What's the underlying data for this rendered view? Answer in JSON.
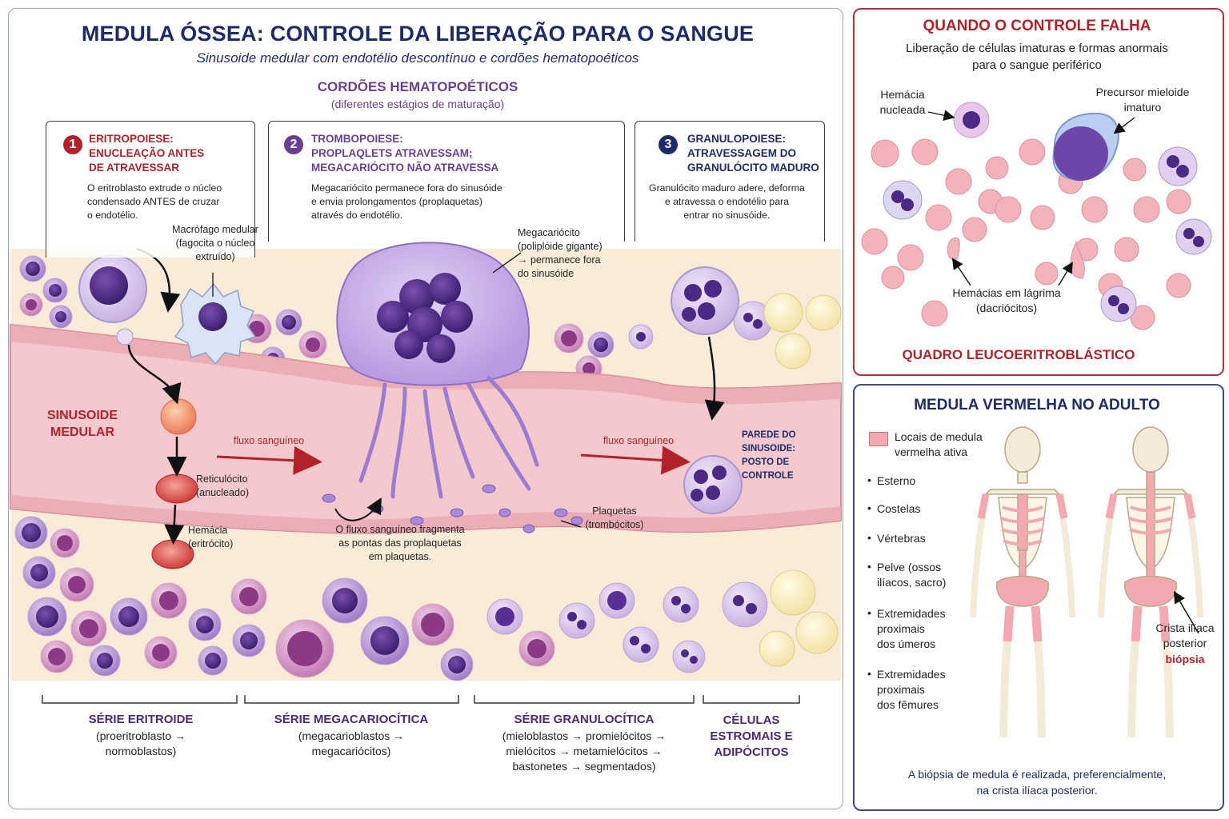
{
  "header": {
    "title": "MEDULA ÓSSEA: CONTROLE DA LIBERAÇÃO PARA O SANGUE",
    "subtitle": "Sinusoide medular com endotélio descontínuo e cordões hematopoéticos"
  },
  "cords": {
    "title": "CORDÕES HEMATOPOÉTICOS",
    "subtitle": "(diferentes estágios de maturação)"
  },
  "boxes": [
    {
      "number": "1",
      "title": "ERITROPOIESE:\nENUCLEAÇÃO ANTES\nDE ATRAVESSAR",
      "text": "O eritroblasto extrude o núcleo\ncondensado ANTES de cruzar\no endotélio.",
      "color": "#b3222a"
    },
    {
      "number": "2",
      "title": "TROMBOPOIESE:\nPROPLAQLETS ATRAVESSAM;\nMEGACARIÓCITO NÃO ATRAVESSA",
      "text": "Megacariócito permanece fora do sinusóide\ne envia prolongamentos (proplaquetas)\natravés do endotélio.",
      "color": "#6a3f92"
    },
    {
      "number": "3",
      "title": "GRANULOPOIESE:\nATRAVESSAGEM DO\nGRANULÓCITO MADURO",
      "text": "Granulócito maduro adere, deforma\ne atravessa o endotélio para\nentrar no sinusóide.",
      "color": "#1d2b6b"
    }
  ],
  "labels": {
    "macrophage": "Macrófago medular\n(fagocita o núcleo\nextruído)",
    "megakaryocyte": "Megacariócito\n(poliplóide gigante)\n→ permanece fora\ndo sinusóide",
    "sinusoid": "SINUSOIDE\nMEDULAR",
    "flow1": "fluxo sanguíneo",
    "flow2": "fluxo sanguíneo",
    "reticulocyte": "Reticulócito\n(anucleado)",
    "erythrocyte": "Hemácia\n(eritrócito)",
    "fragment_note": "O fluxo sanguíneo fragmenta\nas pontas das proplaquetas\nem plaquetas.",
    "platelets": "Plaquetas\n(trombócitos)",
    "wall": "PAREDE DO SINUSOIDE:\nPOSTO DE CONTROLE"
  },
  "series": [
    {
      "title": "SÉRIE ERITROIDE",
      "text": "(proeritroblasto →\nnormoblastos)"
    },
    {
      "title": "SÉRIE MEGACARIOCÍTICA",
      "text": "(megacarioblastos →\nmegacariócitos)"
    },
    {
      "title": "SÉRIE GRANULOCÍTICA",
      "text": "(mieloblastos → promielócitos →\nmielócitos → metamielócitos →\nbastonetes → segmentados)"
    },
    {
      "title": "CÉLULAS\nESTROMAIS E\nADIPÓCITOS",
      "text": ""
    }
  ],
  "failure": {
    "title": "QUANDO O CONTROLE FALHA",
    "subtitle": "Liberação de células imaturas e formas anormais\npara o sangue periférico",
    "nucleated_rbc": "Hemácia\nnucleada",
    "myeloid_precursor": "Precursor mieloide\nimaturo",
    "teardrop": "Hemácias em lágrima\n(dacriócitos)",
    "footer": "QUADRO LEUCOERITROBLÁSTICO"
  },
  "adult": {
    "title": "MEDULA VERMELHA NO ADULTO",
    "legend": "Locais de medula\nvermelha ativa",
    "items": [
      "Esterno",
      "Costelas",
      "Vértebras",
      "Pelve (ossos\nilíacos, sacro)",
      "Extremidades\nproximais\ndos úmeros",
      "Extremidades\nproximais\ndos fêmures"
    ],
    "crest": "Crista ilíaca\nposterior",
    "biopsy": "biópsia",
    "footer": "A biópsia de medula é realizada, preferencialmente,\nna crista ilíaca posterior."
  },
  "colors": {
    "title_blue": "#1d2b6b",
    "alert_red": "#b3222a",
    "purple": "#6a3f92",
    "vessel_pink": "#f2c4c8",
    "marrow_pink": "#f4a9b0"
  }
}
